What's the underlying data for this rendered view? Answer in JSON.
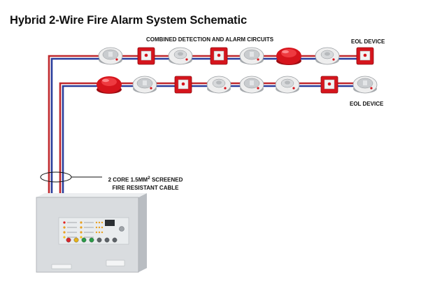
{
  "title": "Hybrid 2-Wire Fire Alarm System Schematic",
  "labels": {
    "circuits": "COMBINED DETECTION AND ALARM CIRCUITS",
    "eol_top": "EOL DEVICE",
    "eol_bottom": "EOL DEVICE",
    "cable_line1_a": "2 CORE 1.5MM",
    "cable_line1_sup": "2",
    "cable_line1_b": " SCREENED",
    "cable_line2": "FIRE RESISTANT CABLE"
  },
  "circuits": [
    {
      "name": "circuit-1",
      "devices": [
        "optical-detector",
        "manual-call-point",
        "heat-detector",
        "manual-call-point",
        "optical-detector",
        "sounder-beacon",
        "heat-detector",
        "manual-call-point"
      ]
    },
    {
      "name": "circuit-2",
      "devices": [
        "sounder-beacon",
        "optical-detector",
        "manual-call-point",
        "heat-detector",
        "optical-detector",
        "heat-detector",
        "manual-call-point",
        "optical-detector"
      ]
    }
  ],
  "colors": {
    "wire_red": "#c0282d",
    "wire_blue": "#2a3e9c",
    "device_red": "#d6141c",
    "panel_grey": "#d9dcdf"
  }
}
